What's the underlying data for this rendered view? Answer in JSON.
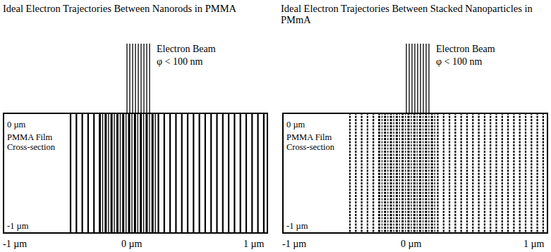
{
  "diagram": {
    "nodes": [
      {
        "text": [
          "0 µm",
          "PMMA Film Cross-section",
          "-1 µm"
        ]
      },
      {
        "text": [
          "0 µm",
          "PMMA Film Cross-section",
          "-1 µm"
        ]
      }
    ],
    "labels": [
      "Ideal Electron Trajectories Between Nanorods in PMMA",
      "Electron Beam",
      "φ < 100 nm",
      "-1 µm",
      "0 µm",
      "1 µm",
      "Ideal Electron Trajectories Between Stacked Nanoparticles in PMmA",
      "Electron Beam",
      "φ < 100 nm",
      "-1 µm",
      "0 µm",
      "1 µm"
    ]
  }
}
